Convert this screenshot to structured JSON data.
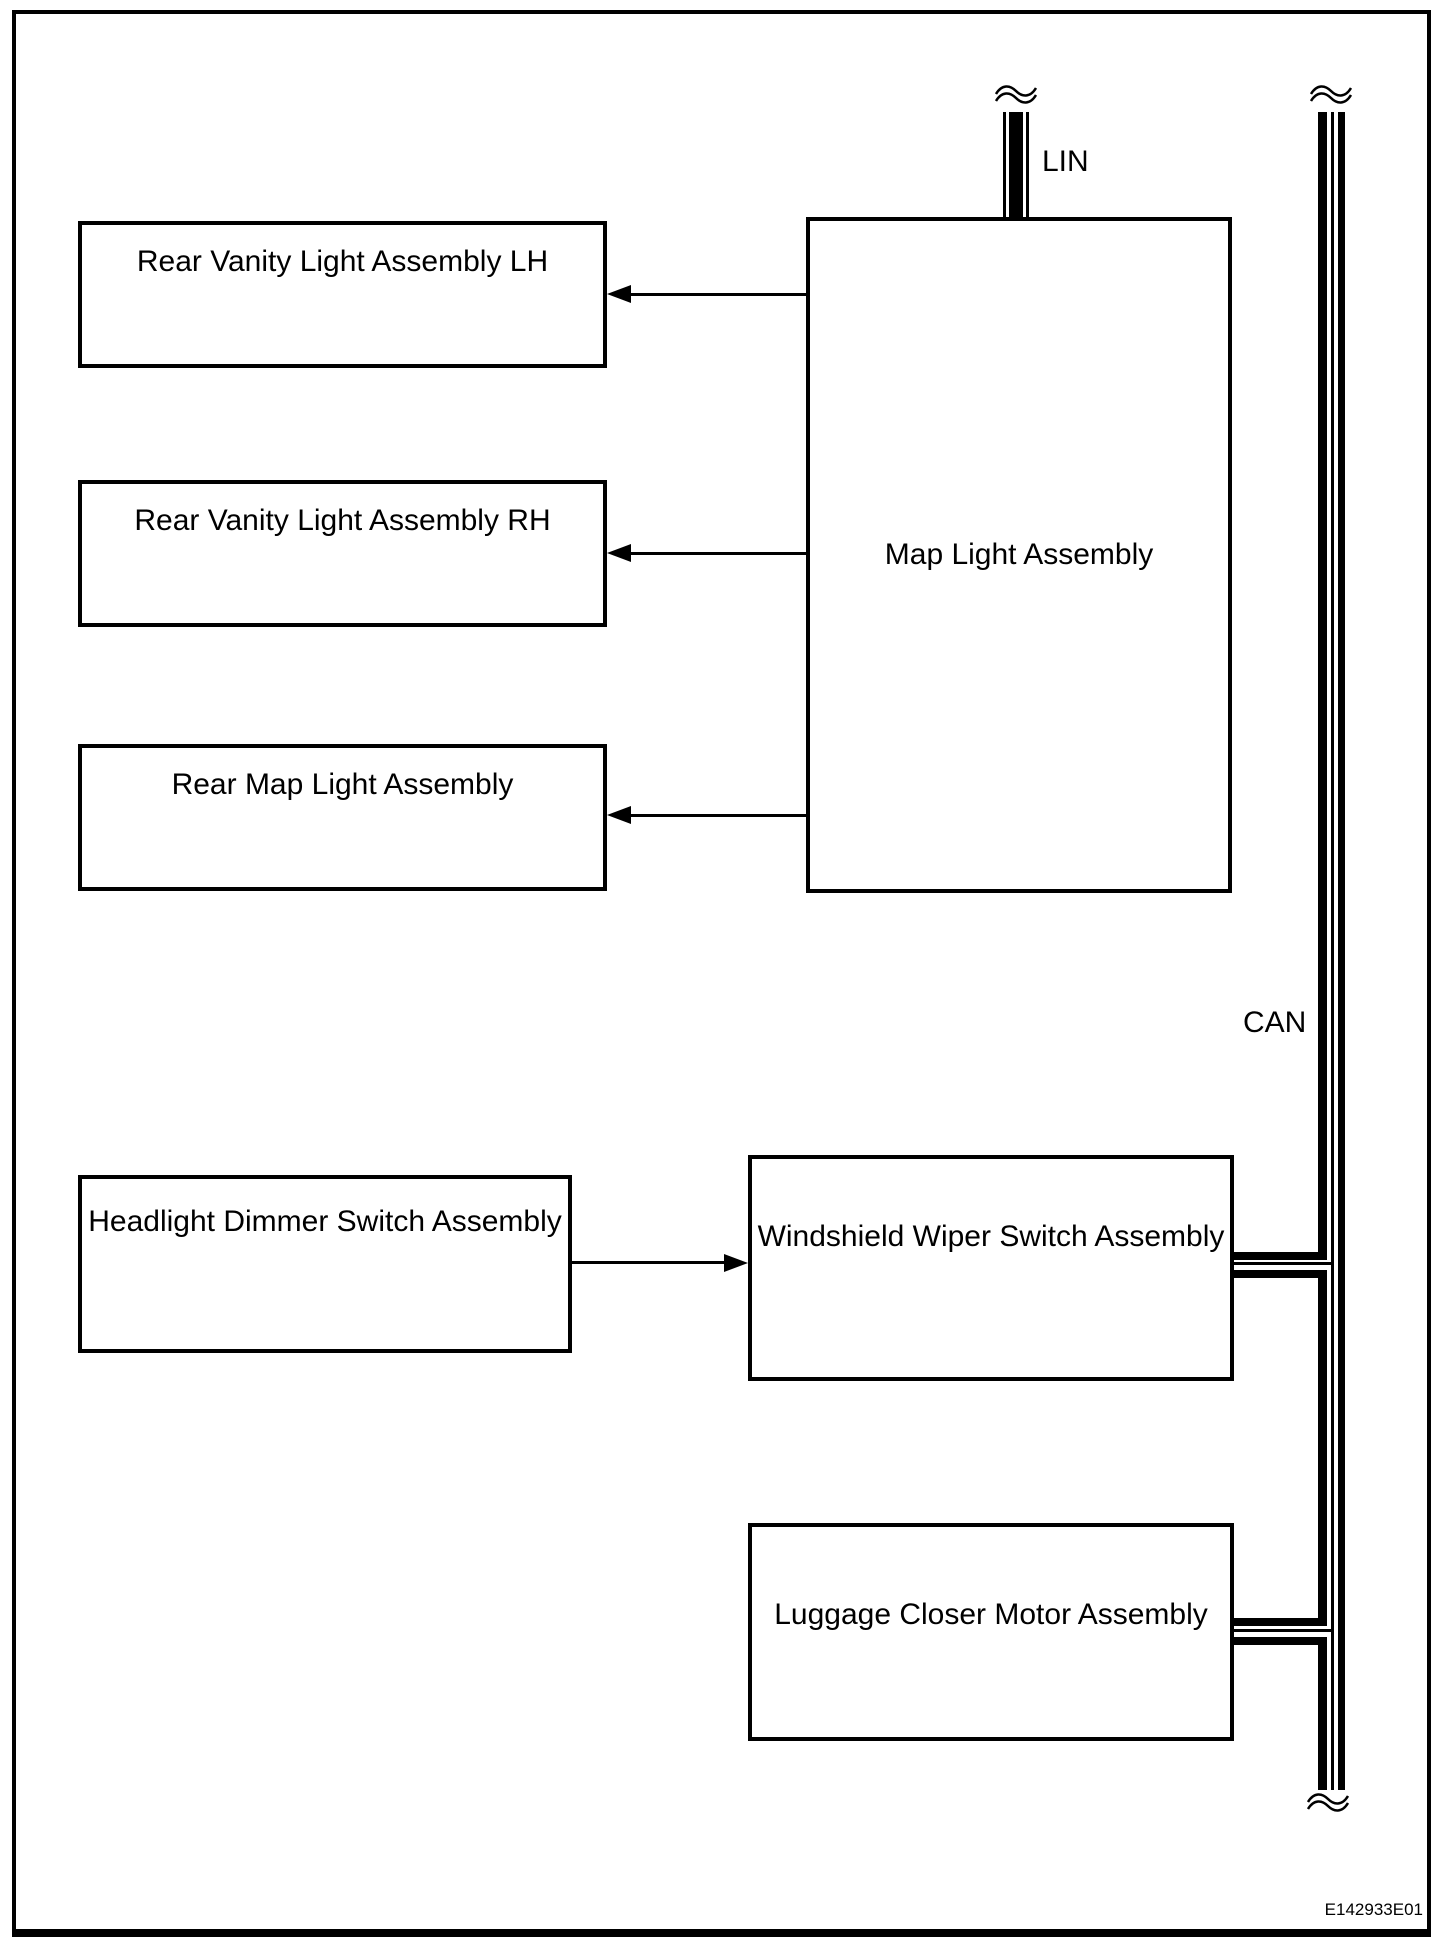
{
  "page": {
    "figure_id": "E142933E01"
  },
  "diagram": {
    "type": "block-communication-diagram",
    "colors": {
      "line": "#000000",
      "background": "#ffffff"
    },
    "nodes": [
      {
        "id": "rear-vanity-light-lh",
        "label": "Rear Vanity Light Assembly LH"
      },
      {
        "id": "rear-vanity-light-rh",
        "label": "Rear Vanity Light Assembly RH"
      },
      {
        "id": "rear-map-light",
        "label": "Rear Map Light Assembly"
      },
      {
        "id": "map-light",
        "label": "Map Light Assembly"
      },
      {
        "id": "headlight-dimmer-switch",
        "label": "Headlight Dimmer Switch Assembly"
      },
      {
        "id": "windshield-wiper-switch",
        "label": "Windshield Wiper Switch Assembly"
      },
      {
        "id": "luggage-closer-motor",
        "label": "Luggage Closer Motor Assembly"
      }
    ],
    "buses": [
      {
        "id": "lin",
        "label": "LIN"
      },
      {
        "id": "can",
        "label": "CAN"
      }
    ],
    "connections": [
      {
        "from": "map-light",
        "to": "rear-vanity-light-lh",
        "type": "arrow"
      },
      {
        "from": "map-light",
        "to": "rear-vanity-light-rh",
        "type": "arrow"
      },
      {
        "from": "map-light",
        "to": "rear-map-light",
        "type": "arrow"
      },
      {
        "from": "headlight-dimmer-switch",
        "to": "windshield-wiper-switch",
        "type": "arrow"
      },
      {
        "from": "map-light",
        "to": "lin",
        "type": "bus"
      },
      {
        "from": "windshield-wiper-switch",
        "to": "can",
        "type": "bus"
      },
      {
        "from": "luggage-closer-motor",
        "to": "can",
        "type": "bus"
      }
    ]
  }
}
